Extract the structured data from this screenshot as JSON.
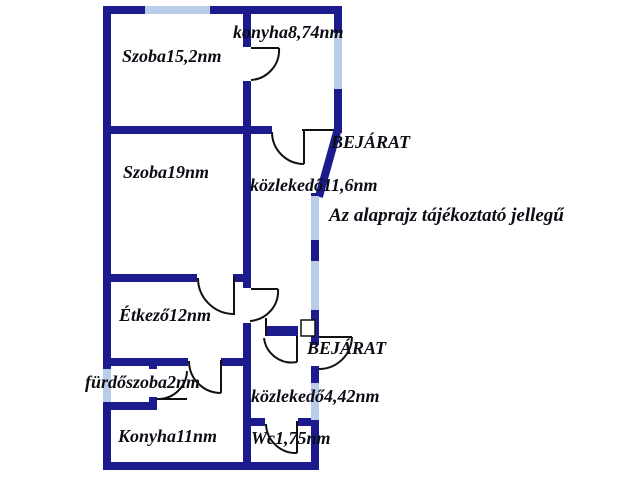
{
  "plan": {
    "disclaimer": "Az alaprajz tájékoztató jellegű",
    "rooms": [
      {
        "id": "szoba15",
        "label": "Szoba15,2nm"
      },
      {
        "id": "konyha8",
        "label": "konyha8,74nm"
      },
      {
        "id": "szoba19",
        "label": "Szoba19nm"
      },
      {
        "id": "kozlekedo11",
        "label": "közlekedő11,6nm"
      },
      {
        "id": "etkezo",
        "label": "Étkező12nm"
      },
      {
        "id": "furdoszoba",
        "label": "fürdőszoba2nm"
      },
      {
        "id": "konyha11",
        "label": "Konyha11nm"
      },
      {
        "id": "kozlekedo4",
        "label": "közlekedő4,42nm"
      },
      {
        "id": "wc",
        "label": "Wc1,75nm"
      }
    ],
    "entrances": [
      {
        "id": "upper",
        "label": "BEJÁRAT"
      },
      {
        "id": "lower",
        "label": "BEJÁRAT"
      }
    ],
    "colors": {
      "wall": "#1b1b8e",
      "window": "#b9cde9",
      "line": "#111111",
      "text": "#0c0c14",
      "background": "#ffffff"
    }
  }
}
